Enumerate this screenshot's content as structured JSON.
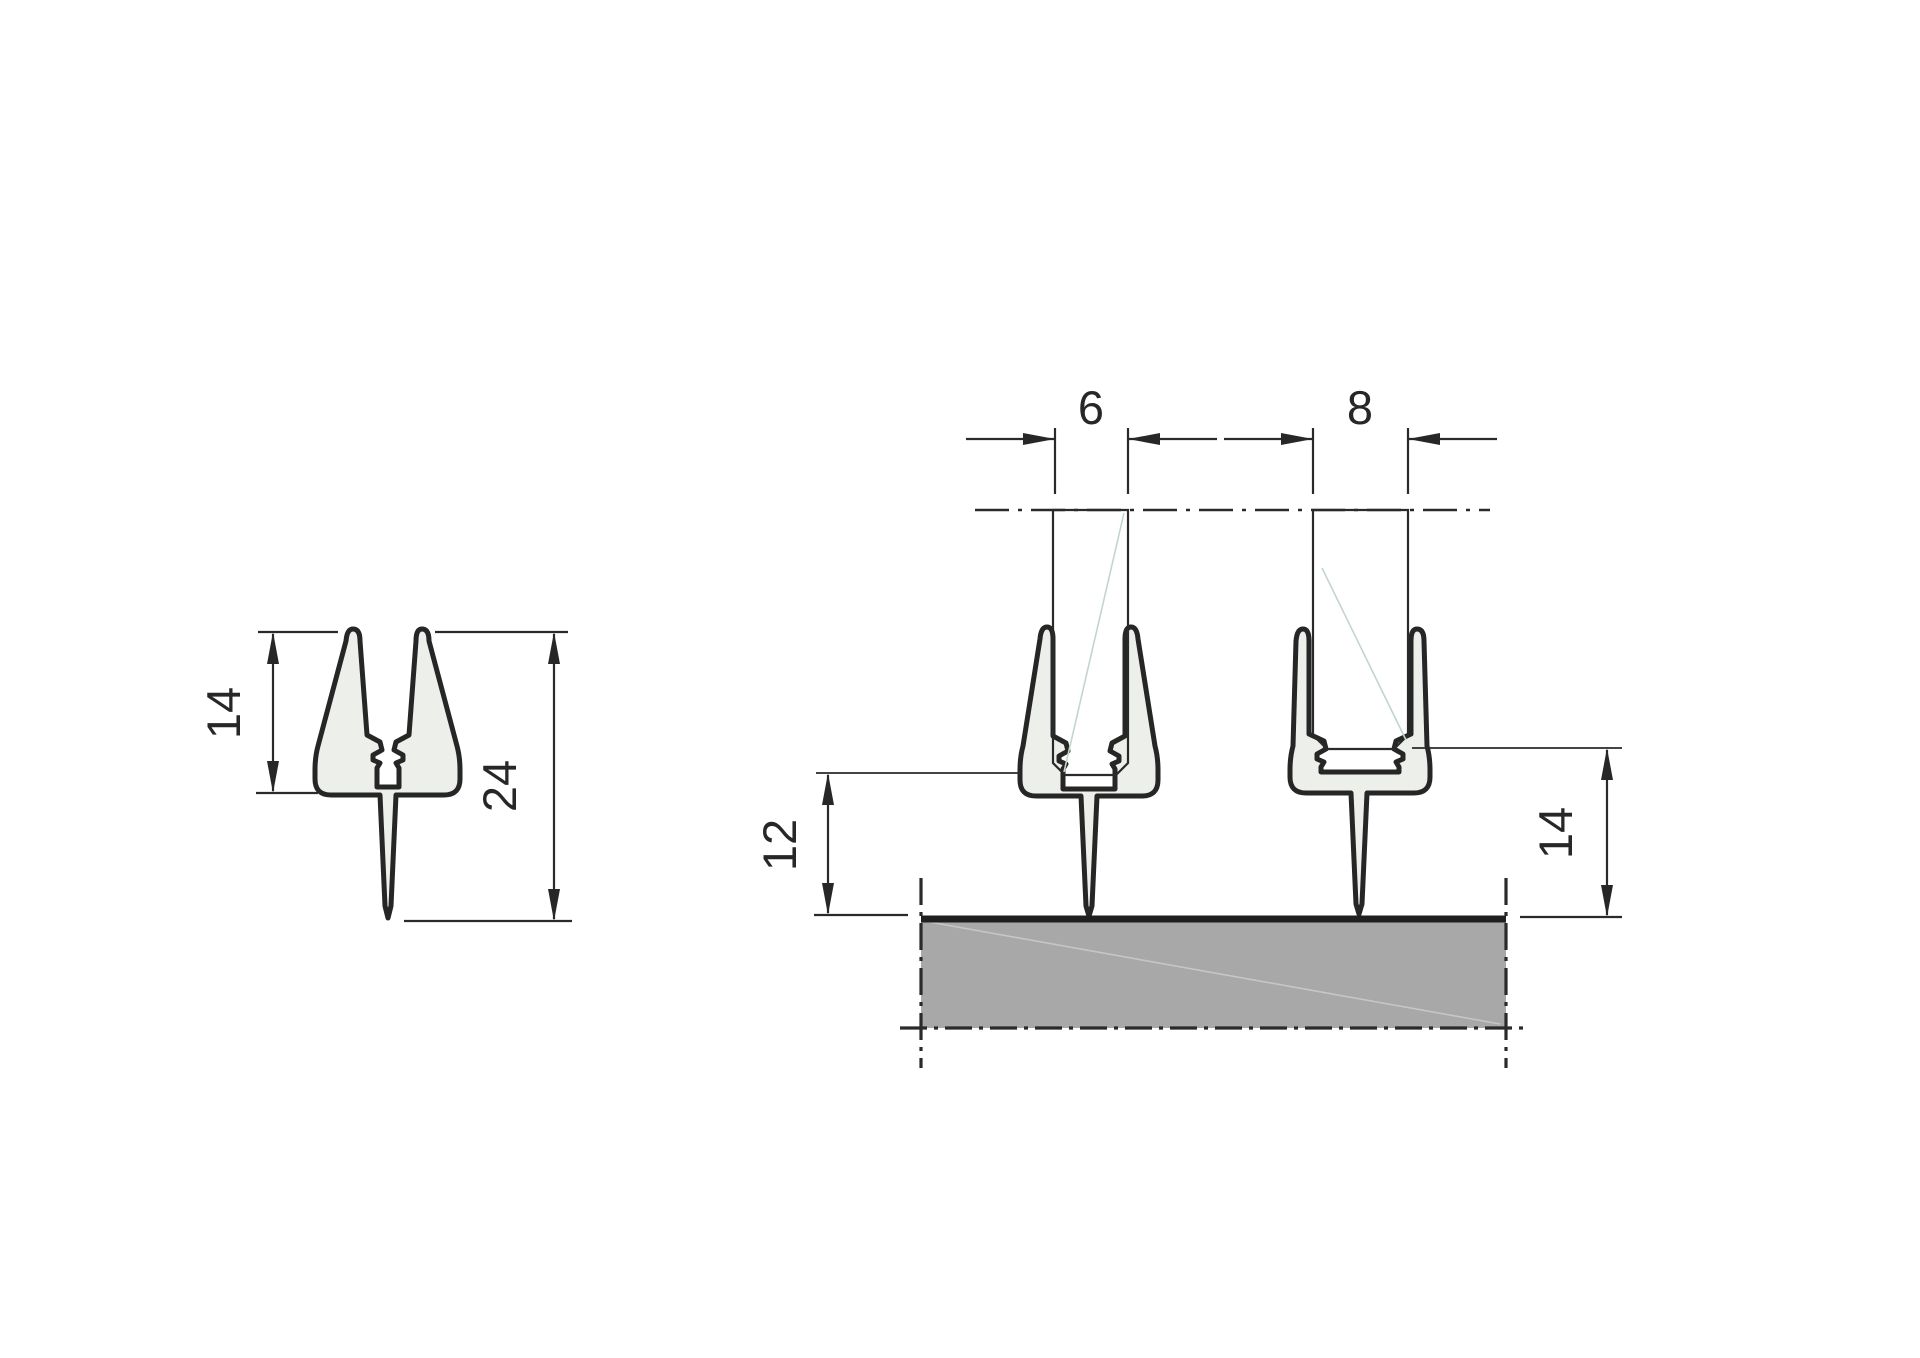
{
  "drawing": {
    "type": "technical-cross-section",
    "subject": "shower glass seal profile with two glass panel mounting examples over a shower tray"
  },
  "colors": {
    "glass": "#d6e5ce",
    "glass_reflection": "#c3d6cb",
    "seal": "#edefeb",
    "tray": "#a8a8a8",
    "tray_reflection": "#c6c6c6",
    "line": "#272727"
  },
  "views": {
    "profile": {
      "label": "seal profile cross-section",
      "dims": {
        "arm_depth": "14",
        "total_height": "24"
      }
    },
    "assembly": {
      "label": "installed seals on glass panels",
      "dims": {
        "glass_left_thickness": "6",
        "glass_right_thickness": "8",
        "clearance_left": "12",
        "clearance_right": "14"
      }
    }
  }
}
